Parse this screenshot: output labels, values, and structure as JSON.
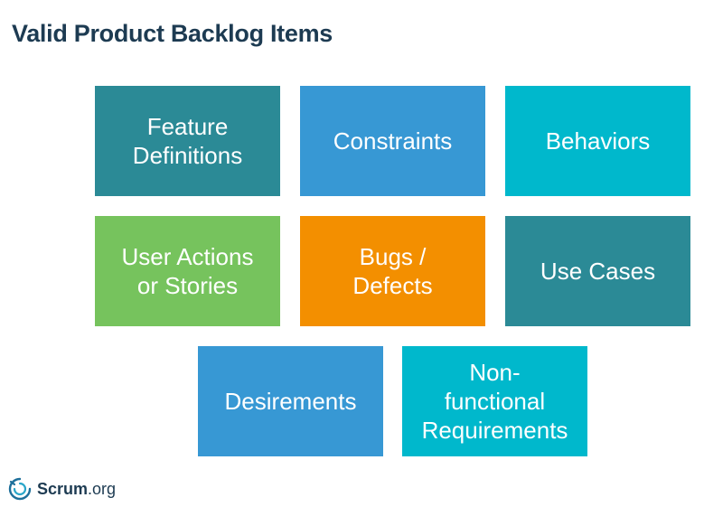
{
  "title": "Valid Product Backlog Items",
  "tiles": [
    {
      "label": "Feature\nDefinitions",
      "color": "#2b8a96"
    },
    {
      "label": "Constraints",
      "color": "#3798d4"
    },
    {
      "label": "Behaviors",
      "color": "#00b8cc"
    },
    {
      "label": "User Actions\nor Stories",
      "color": "#76c35d"
    },
    {
      "label": "Bugs /\nDefects",
      "color": "#f38f00"
    },
    {
      "label": "Use Cases",
      "color": "#2b8a96"
    },
    {
      "label": "Desirements",
      "color": "#3798d4"
    },
    {
      "label": "Non-\nfunctional\nRequirements",
      "color": "#00b8cc"
    }
  ],
  "logo": {
    "brand": "Scrum",
    "domain": ".org",
    "icon": "scrum-swirl-logo-icon"
  }
}
